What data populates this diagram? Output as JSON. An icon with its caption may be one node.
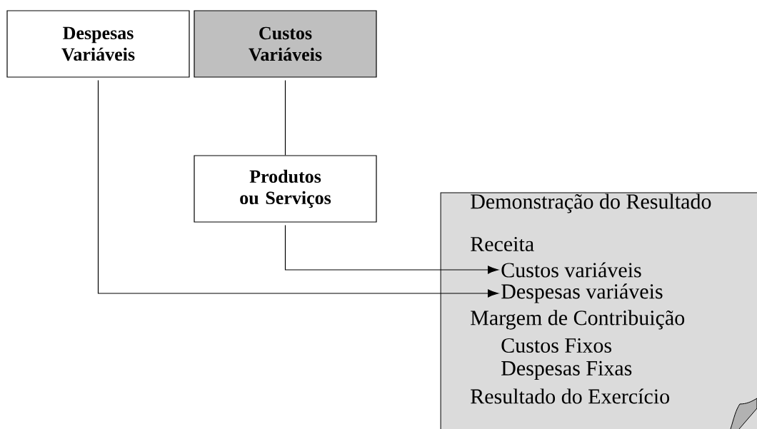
{
  "diagram": {
    "nodes": [
      {
        "text": [
          "Despesas Variáveis"
        ]
      },
      {
        "text": [
          "Custos Variáveis"
        ]
      },
      {
        "text": [
          "Produtos ou Serviços"
        ]
      },
      {
        "text": [
          "Demonstração do Resultado"
        ]
      },
      {
        "text": [
          "Receita"
        ],
        "in": 3
      },
      {
        "text": [
          "Custos variáveis"
        ],
        "in": 3
      },
      {
        "text": [
          "Despesas variáveis"
        ],
        "in": 3
      },
      {
        "text": [
          "Margem de Contribuição"
        ],
        "in": 3
      },
      {
        "text": [
          "Custos Fixos"
        ],
        "in": 3
      },
      {
        "text": [
          "Despesas Fixas"
        ],
        "in": 3
      },
      {
        "text": [
          "Resultado do Exercício"
        ],
        "in": 3
      }
    ],
    "edges": [
      {
        "from": 1,
        "to": 2,
        "arrow": "none"
      },
      {
        "from": 2,
        "to": 5,
        "arrow": "to"
      },
      {
        "from": 0,
        "to": 6,
        "arrow": "to"
      }
    ]
  }
}
